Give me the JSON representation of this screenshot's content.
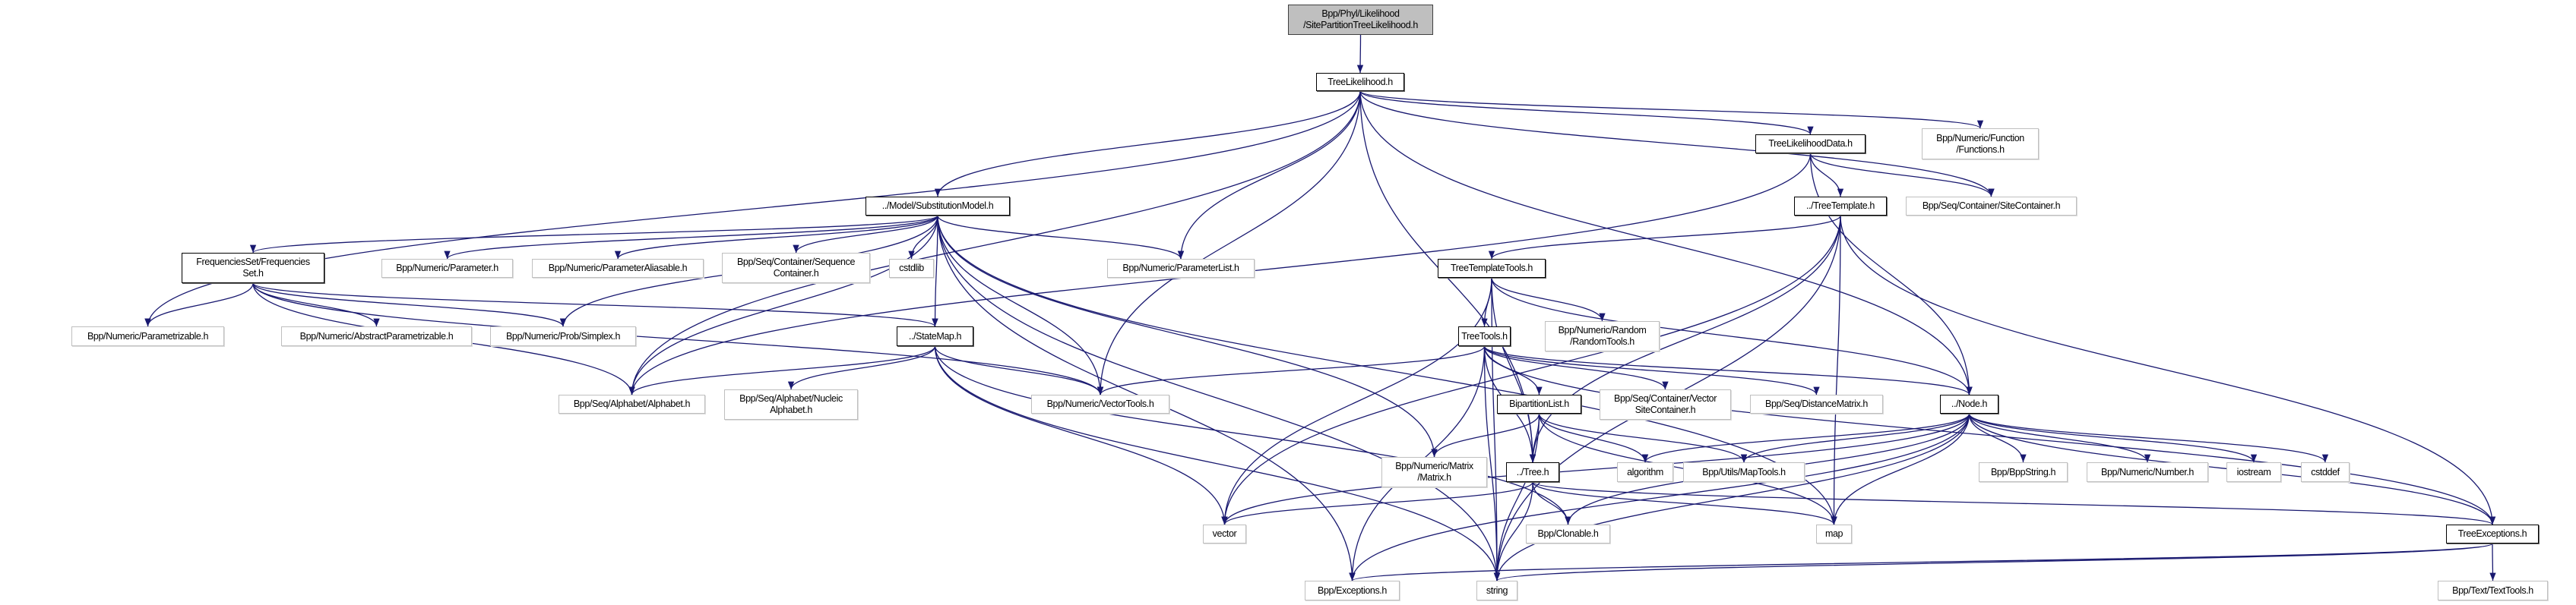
{
  "colors": {
    "edge": "#191970",
    "root_fill": "#bfbfbf",
    "doc_border": "#000000",
    "ext_border": "#bfbfbf"
  },
  "nodes": [
    {
      "id": "root",
      "label": "Bpp/Phyl/Likelihood\n/SitePartitionTreeLikelihood.h",
      "kind": "root"
    },
    {
      "id": "tl",
      "label": "TreeLikelihood.h",
      "kind": "doc"
    },
    {
      "id": "functions",
      "label": "Bpp/Numeric/Function\n/Functions.h",
      "kind": "ext"
    },
    {
      "id": "tldata",
      "label": "TreeLikelihoodData.h",
      "kind": "doc"
    },
    {
      "id": "treetemplate",
      "label": "../TreeTemplate.h",
      "kind": "doc"
    },
    {
      "id": "sitecontainer",
      "label": "Bpp/Seq/Container/SiteContainer.h",
      "kind": "ext"
    },
    {
      "id": "submodel",
      "label": "../Model/SubstitutionModel.h",
      "kind": "doc"
    },
    {
      "id": "freqset",
      "label": "FrequenciesSet/Frequencies\nSet.h",
      "kind": "doc"
    },
    {
      "id": "parameter",
      "label": "Bpp/Numeric/Parameter.h",
      "kind": "ext"
    },
    {
      "id": "paramaliasable",
      "label": "Bpp/Numeric/ParameterAliasable.h",
      "kind": "ext"
    },
    {
      "id": "seqcontainer",
      "label": "Bpp/Seq/Container/Sequence\nContainer.h",
      "kind": "ext"
    },
    {
      "id": "cstdlib",
      "label": "cstdlib",
      "kind": "ext"
    },
    {
      "id": "paramlist",
      "label": "Bpp/Numeric/ParameterList.h",
      "kind": "ext"
    },
    {
      "id": "ttools",
      "label": "TreeTemplateTools.h",
      "kind": "doc"
    },
    {
      "id": "parametrizable",
      "label": "Bpp/Numeric/Parametrizable.h",
      "kind": "ext"
    },
    {
      "id": "absparam",
      "label": "Bpp/Numeric/AbstractParametrizable.h",
      "kind": "ext"
    },
    {
      "id": "simplex",
      "label": "Bpp/Numeric/Prob/Simplex.h",
      "kind": "ext"
    },
    {
      "id": "statemap",
      "label": "../StateMap.h",
      "kind": "doc"
    },
    {
      "id": "treetools",
      "label": "TreeTools.h",
      "kind": "doc"
    },
    {
      "id": "randomtools",
      "label": "Bpp/Numeric/Random\n/RandomTools.h",
      "kind": "ext"
    },
    {
      "id": "alphabet",
      "label": "Bpp/Seq/Alphabet/Alphabet.h",
      "kind": "ext"
    },
    {
      "id": "nucleic",
      "label": "Bpp/Seq/Alphabet/Nucleic\nAlphabet.h",
      "kind": "ext"
    },
    {
      "id": "vectortools",
      "label": "Bpp/Numeric/VectorTools.h",
      "kind": "ext"
    },
    {
      "id": "bipartition",
      "label": "BipartitionList.h",
      "kind": "doc"
    },
    {
      "id": "vsitecontainer",
      "label": "Bpp/Seq/Container/Vector\nSiteContainer.h",
      "kind": "ext"
    },
    {
      "id": "distancematrix",
      "label": "Bpp/Seq/DistanceMatrix.h",
      "kind": "ext"
    },
    {
      "id": "node",
      "label": "../Node.h",
      "kind": "doc"
    },
    {
      "id": "matrix",
      "label": "Bpp/Numeric/Matrix\n/Matrix.h",
      "kind": "ext"
    },
    {
      "id": "tree",
      "label": "../Tree.h",
      "kind": "doc"
    },
    {
      "id": "algorithm",
      "label": "algorithm",
      "kind": "ext"
    },
    {
      "id": "maptools",
      "label": "Bpp/Utils/MapTools.h",
      "kind": "ext"
    },
    {
      "id": "bppstring",
      "label": "Bpp/BppString.h",
      "kind": "ext"
    },
    {
      "id": "number",
      "label": "Bpp/Numeric/Number.h",
      "kind": "ext"
    },
    {
      "id": "iostream",
      "label": "iostream",
      "kind": "ext"
    },
    {
      "id": "cstddef",
      "label": "cstddef",
      "kind": "ext"
    },
    {
      "id": "vector",
      "label": "vector",
      "kind": "ext"
    },
    {
      "id": "clonable",
      "label": "Bpp/Clonable.h",
      "kind": "ext"
    },
    {
      "id": "map",
      "label": "map",
      "kind": "ext"
    },
    {
      "id": "treeexc",
      "label": "TreeExceptions.h",
      "kind": "doc"
    },
    {
      "id": "exceptions",
      "label": "Bpp/Exceptions.h",
      "kind": "ext"
    },
    {
      "id": "string",
      "label": "string",
      "kind": "ext"
    },
    {
      "id": "texttools",
      "label": "Bpp/Text/TextTools.h",
      "kind": "ext"
    }
  ],
  "edges": [
    [
      "root",
      "tl"
    ],
    [
      "tl",
      "submodel"
    ],
    [
      "tl",
      "paramlist"
    ],
    [
      "tl",
      "tldata"
    ],
    [
      "tl",
      "functions"
    ],
    [
      "tl",
      "sitecontainer"
    ],
    [
      "tl",
      "parametrizable"
    ],
    [
      "tl",
      "alphabet"
    ],
    [
      "tl",
      "vectortools"
    ],
    [
      "tl",
      "tree"
    ],
    [
      "tl",
      "node"
    ],
    [
      "submodel",
      "freqset"
    ],
    [
      "submodel",
      "parameter"
    ],
    [
      "submodel",
      "paramaliasable"
    ],
    [
      "submodel",
      "seqcontainer"
    ],
    [
      "submodel",
      "cstdlib"
    ],
    [
      "submodel",
      "paramlist"
    ],
    [
      "submodel",
      "statemap"
    ],
    [
      "submodel",
      "vectortools"
    ],
    [
      "submodel",
      "matrix"
    ],
    [
      "submodel",
      "string"
    ],
    [
      "submodel",
      "exceptions"
    ],
    [
      "submodel",
      "alphabet"
    ],
    [
      "submodel",
      "map"
    ],
    [
      "submodel",
      "simplex"
    ],
    [
      "freqset",
      "parametrizable"
    ],
    [
      "freqset",
      "absparam"
    ],
    [
      "freqset",
      "simplex"
    ],
    [
      "freqset",
      "alphabet"
    ],
    [
      "freqset",
      "statemap"
    ],
    [
      "freqset",
      "vectortools"
    ],
    [
      "statemap",
      "alphabet"
    ],
    [
      "statemap",
      "nucleic"
    ],
    [
      "statemap",
      "vectortools"
    ],
    [
      "statemap",
      "clonable"
    ],
    [
      "statemap",
      "vector"
    ],
    [
      "statemap",
      "string"
    ],
    [
      "tldata",
      "treetemplate"
    ],
    [
      "tldata",
      "sitecontainer"
    ],
    [
      "tldata",
      "node"
    ],
    [
      "tldata",
      "alphabet"
    ],
    [
      "treetemplate",
      "ttools"
    ],
    [
      "treetemplate",
      "tree"
    ],
    [
      "treetemplate",
      "vector"
    ],
    [
      "treetemplate",
      "treeexc"
    ],
    [
      "treetemplate",
      "map"
    ],
    [
      "treetemplate",
      "string"
    ],
    [
      "ttools",
      "treetools"
    ],
    [
      "ttools",
      "randomtools"
    ],
    [
      "ttools",
      "vector"
    ],
    [
      "ttools",
      "string"
    ],
    [
      "ttools",
      "tree"
    ],
    [
      "ttools",
      "node"
    ],
    [
      "treetools",
      "vectortools"
    ],
    [
      "treetools",
      "bipartition"
    ],
    [
      "treetools",
      "tree"
    ],
    [
      "treetools",
      "exceptions"
    ],
    [
      "treetools",
      "vsitecontainer"
    ],
    [
      "treetools",
      "distancematrix"
    ],
    [
      "treetools",
      "node"
    ],
    [
      "treetools",
      "treeexc"
    ],
    [
      "treetools",
      "string"
    ],
    [
      "bipartition",
      "matrix"
    ],
    [
      "bipartition",
      "tree"
    ],
    [
      "bipartition",
      "algorithm"
    ],
    [
      "bipartition",
      "maptools"
    ],
    [
      "bipartition",
      "map"
    ],
    [
      "bipartition",
      "string"
    ],
    [
      "tree",
      "vector"
    ],
    [
      "tree",
      "clonable"
    ],
    [
      "tree",
      "string"
    ],
    [
      "tree",
      "map"
    ],
    [
      "tree",
      "treeexc"
    ],
    [
      "node",
      "algorithm"
    ],
    [
      "node",
      "maptools"
    ],
    [
      "node",
      "bppstring"
    ],
    [
      "node",
      "number"
    ],
    [
      "node",
      "iostream"
    ],
    [
      "node",
      "cstddef"
    ],
    [
      "node",
      "treeexc"
    ],
    [
      "node",
      "map"
    ],
    [
      "node",
      "vector"
    ],
    [
      "node",
      "clonable"
    ],
    [
      "node",
      "string"
    ],
    [
      "node",
      "exceptions"
    ],
    [
      "treeexc",
      "texttools"
    ],
    [
      "treeexc",
      "exceptions"
    ],
    [
      "treeexc",
      "string"
    ]
  ]
}
